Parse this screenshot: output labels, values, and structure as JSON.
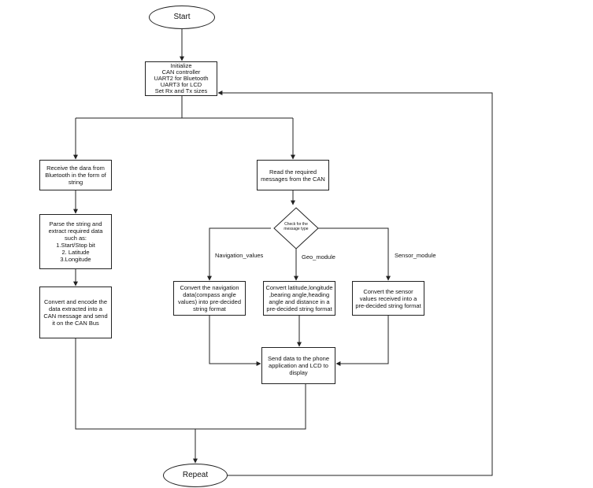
{
  "nodes": {
    "start": "Start",
    "init": [
      "Initialize",
      "CAN controller",
      "UART2 for Bluetooth",
      "UART3 for LCD",
      "Set Rx and Tx sizes"
    ],
    "receive": [
      "Receive the dara from",
      "Bluetooth in the form of",
      "string"
    ],
    "parse": [
      "Parse the string and",
      "extract required data",
      "such as:",
      "1.Start/Stop bit",
      "2. Latitude",
      "3.Longitude"
    ],
    "encode": [
      "Convert and encode the",
      "data extracted into a",
      "CAN message and send",
      "it on the CAN Bus"
    ],
    "read": [
      "Read the required",
      "messages from the CAN"
    ],
    "check": [
      "Check for the",
      "message type"
    ],
    "nav": [
      "Convert the navigation",
      "data(compass angle",
      "values) into pre-decided",
      "string format"
    ],
    "geo": [
      "Convert latitude,longitude",
      ",bearing angle,heading",
      "angle and distance in a",
      "pre-decided string format"
    ],
    "sensor": [
      "Convert the sensor",
      "values received into a",
      "pre-decided string format"
    ],
    "send": [
      "Send data to the phone",
      "application and LCD to",
      "display"
    ],
    "repeat": "Repeat"
  },
  "edge_labels": {
    "navigation": "Navigation_values",
    "geo": "Geo_module",
    "sensor": "Sensor_module"
  }
}
